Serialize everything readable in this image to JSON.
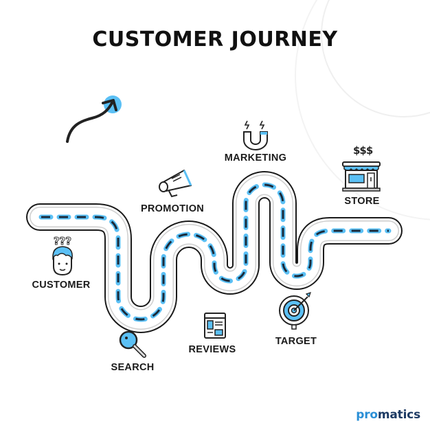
{
  "title": "CUSTOMER JOURNEY",
  "colors": {
    "accent_blue": "#5bc0f5",
    "ink": "#1a1a1a",
    "road_fill": "#ffffff",
    "road_inner_line": "#c9c9c9",
    "brand_light": "#2b8fd6",
    "brand_dark": "#1d3a63"
  },
  "stages": [
    {
      "id": "customer",
      "label": "CUSTOMER",
      "icon": "confused-person-icon"
    },
    {
      "id": "search",
      "label": "SEARCH",
      "icon": "magnifier-icon"
    },
    {
      "id": "promotion",
      "label": "PROMOTION",
      "icon": "megaphone-icon"
    },
    {
      "id": "reviews",
      "label": "REVIEWS",
      "icon": "document-icon"
    },
    {
      "id": "marketing",
      "label": "MARKETING",
      "icon": "magnet-icon"
    },
    {
      "id": "target",
      "label": "TARGET",
      "icon": "target-icon"
    },
    {
      "id": "store",
      "label": "STORE",
      "icon": "storefront-icon"
    }
  ],
  "store_sign": "$$$",
  "customer_marks": "???",
  "brand": {
    "part1": "pro",
    "part2": "matics"
  }
}
